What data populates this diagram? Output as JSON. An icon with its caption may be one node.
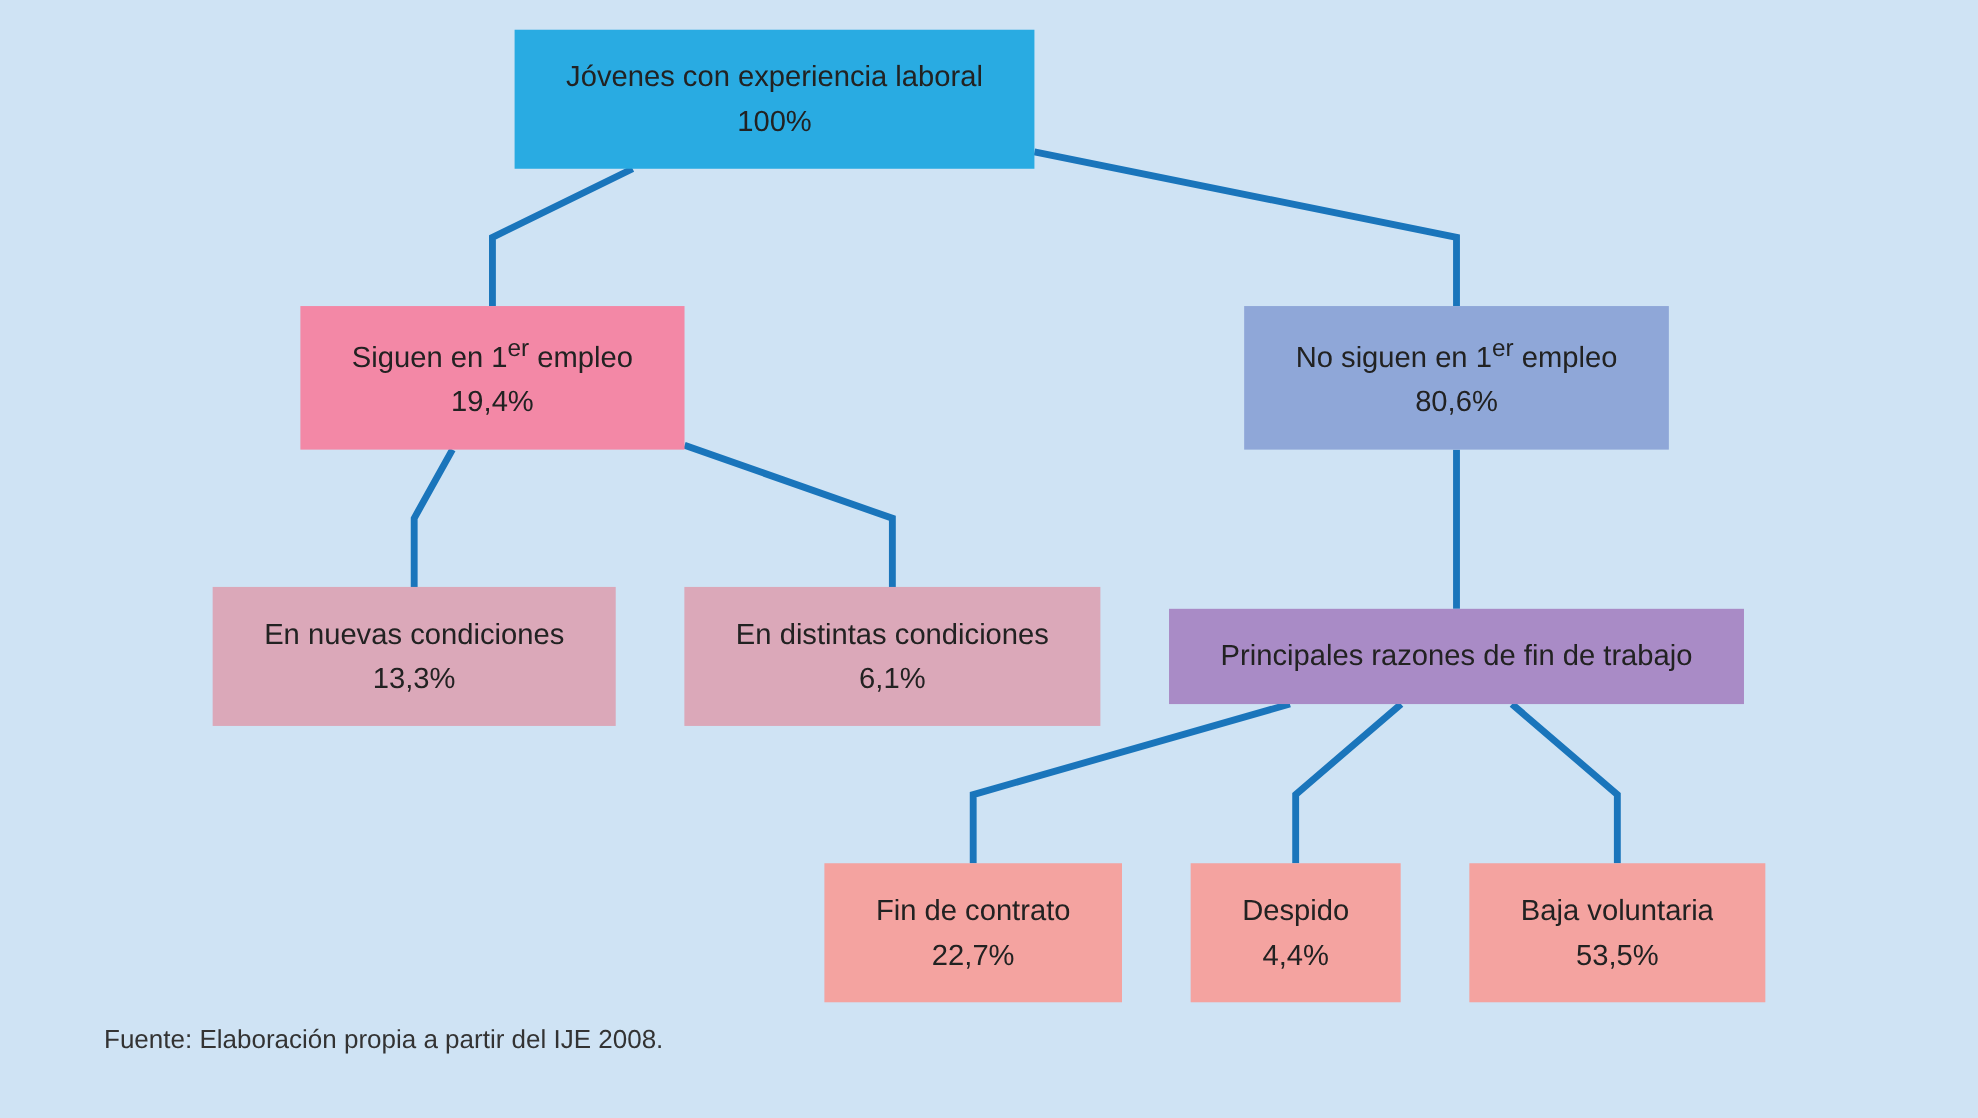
{
  "diagram": {
    "caption": "Fuente: Elaboración propia a partir del IJE 2008.",
    "nodes": [
      {
        "text": [
          "Jóvenes con experiencia laboral",
          "100%"
        ]
      },
      {
        "text": [
          "Siguen en 1$^{er}$ empleo",
          "19,4%"
        ]
      },
      {
        "text": [
          "No siguen en 1$^{er}$ empleo",
          "80,6%"
        ]
      },
      {
        "text": [
          "En nuevas condiciones",
          "13,3%"
        ]
      },
      {
        "text": [
          "En distintas condiciones",
          "6,1%"
        ]
      },
      {
        "text": [
          "Principales razones de fin de trabajo"
        ]
      },
      {
        "text": [
          "Fin de contrato",
          "22,7%"
        ]
      },
      {
        "text": [
          "Despido",
          "4,4%"
        ]
      },
      {
        "text": [
          "Baja voluntaria",
          "53,5%"
        ]
      }
    ],
    "edges": [
      {
        "from": 0,
        "to": 1,
        "arrow": "none"
      },
      {
        "from": 0,
        "to": 2,
        "arrow": "none"
      },
      {
        "from": 1,
        "to": 3,
        "arrow": "none"
      },
      {
        "from": 1,
        "to": 4,
        "arrow": "none"
      },
      {
        "from": 2,
        "to": 5,
        "arrow": "none"
      },
      {
        "from": 5,
        "to": 6,
        "arrow": "none"
      },
      {
        "from": 5,
        "to": 7,
        "arrow": "none"
      },
      {
        "from": 5,
        "to": 8,
        "arrow": "none"
      }
    ]
  }
}
